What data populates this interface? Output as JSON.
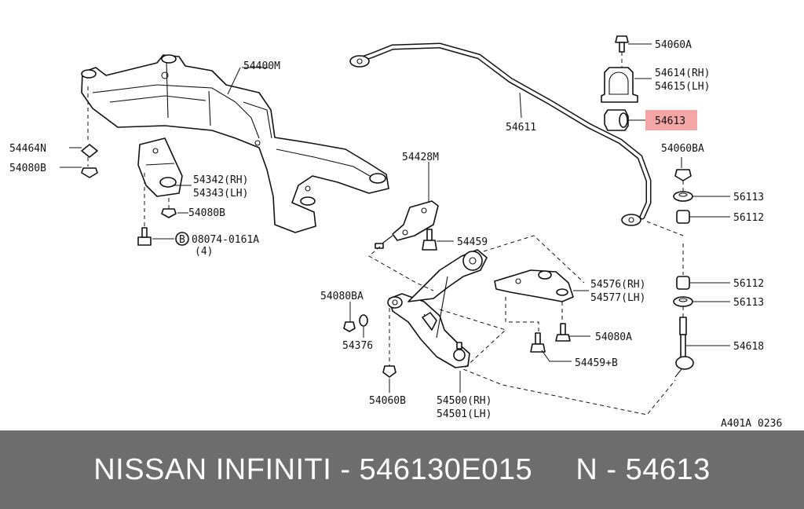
{
  "diagram": {
    "labels": {
      "p54400M": "54400M",
      "p54464N": "54464N",
      "p54080B_top": "54080B",
      "p54342": "54342(RH)",
      "p54343": "54343(LH)",
      "p54080B_mid": "54080B",
      "p08074": "08074-0161A",
      "p08074_qty": "(4)",
      "p08074_mark": "B",
      "p54428M": "54428M",
      "p54459": "54459",
      "p54080BA_left": "54080BA",
      "p54376": "54376",
      "p54060B": "54060B",
      "p54500": "54500(RH)",
      "p54501": "54501(LH)",
      "p54576": "54576(RH)",
      "p54577": "54577(LH)",
      "p54080A": "54080A",
      "p54459B": "54459+B",
      "p54611": "54611",
      "p54060A": "54060A",
      "p54614": "54614(RH)",
      "p54615": "54615(LH)",
      "p54613": "54613",
      "p54060BA_right": "54060BA",
      "p56113_top": "56113",
      "p56112_top": "56112",
      "p56112_bot": "56112",
      "p56113_bot": "56113",
      "p54618": "54618",
      "drawing_code": "A401A 0236"
    },
    "highlight_color": "#f4a6a6"
  },
  "footer": {
    "text": "NISSAN INFINITI - 546130E015     N - 54613",
    "background": "#6d6d6d"
  }
}
